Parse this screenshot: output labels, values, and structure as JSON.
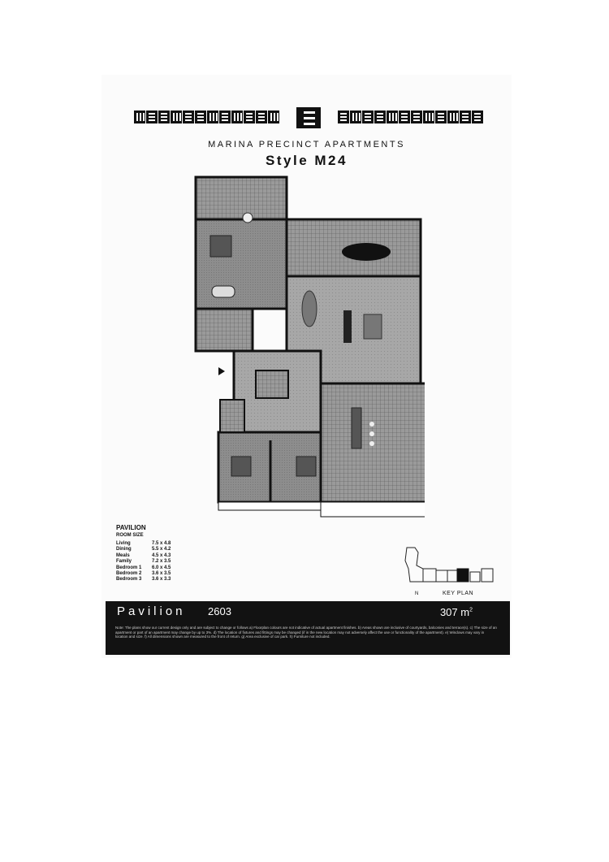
{
  "header": {
    "subtitle": "MARINA PRECINCT APARTMENTS",
    "style_title": "Style M24"
  },
  "room_sizes": {
    "heading": "PAVILION",
    "subheading": "ROOM SIZE",
    "rows": [
      {
        "room": "Living",
        "size": "7.5 x 4.8"
      },
      {
        "room": "Dining",
        "size": "5.5 x 4.2"
      },
      {
        "room": "Meals",
        "size": "4.5 x 4.3"
      },
      {
        "room": "Family",
        "size": "7.2 x 3.5"
      },
      {
        "room": "Bedroom 1",
        "size": "6.0 x 4.5"
      },
      {
        "room": "Bedroom 2",
        "size": "3.6 x 3.5"
      },
      {
        "room": "Bedroom 3",
        "size": "3.6 x 3.3"
      }
    ]
  },
  "keyplan": {
    "label": "KEY PLAN",
    "north": "N"
  },
  "footer": {
    "name": "Pavilion",
    "unit": "2603",
    "area": "307 m",
    "area_unit_sup": "2",
    "note": "Note: The plans show our current design only and are subject to change or follows a) Floorplan colours are not indicative of actual apartment finishes. b) Areas shown are inclusive of courtyards, balconies and terrace(s). c) The size of an apartment or part of an apartment may change by up to 3%. d) The location of fixtures and fittings may be changed (if in the new location may not adversely affect the use or functionality of the apartment). e) Windows may vary in location and size. f) All dimensions shown are measured to the front of return. g) Area exclusive of car park. h) Furniture not included."
  }
}
